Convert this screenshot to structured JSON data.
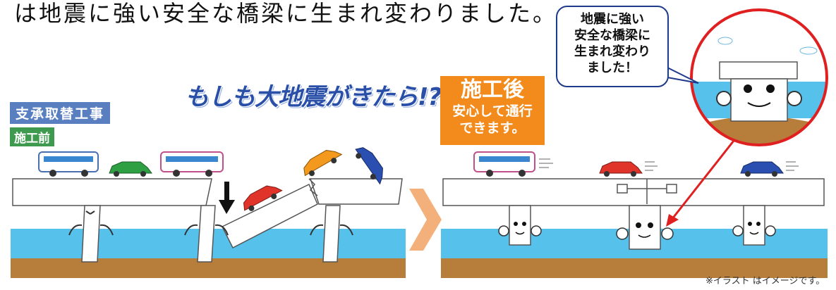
{
  "headline": "は地震に強い安全な橋梁に生まれ変わりました。",
  "left_panel": {
    "question_title": "もしも大地震がきたら!?",
    "work_label": "支承取替工事",
    "before_label": "施工前"
  },
  "right_panel": {
    "after_title": "施工後",
    "after_line1": "安心して通行",
    "after_line2": "できます。",
    "speech_lines": [
      "地震に強い",
      "安全な橋梁に",
      "生まれ変わり",
      "ました！"
    ]
  },
  "note": "※イラスト はイメージです。",
  "colors": {
    "water": "#56c2ec",
    "ground": "#b77d3a",
    "arrow": "#f4b07a",
    "accent_red": "#e02020",
    "work_label_bg": "#5a7fc0",
    "before_label_bg": "#3d9a4e",
    "after_bg": "#f28a1c"
  }
}
